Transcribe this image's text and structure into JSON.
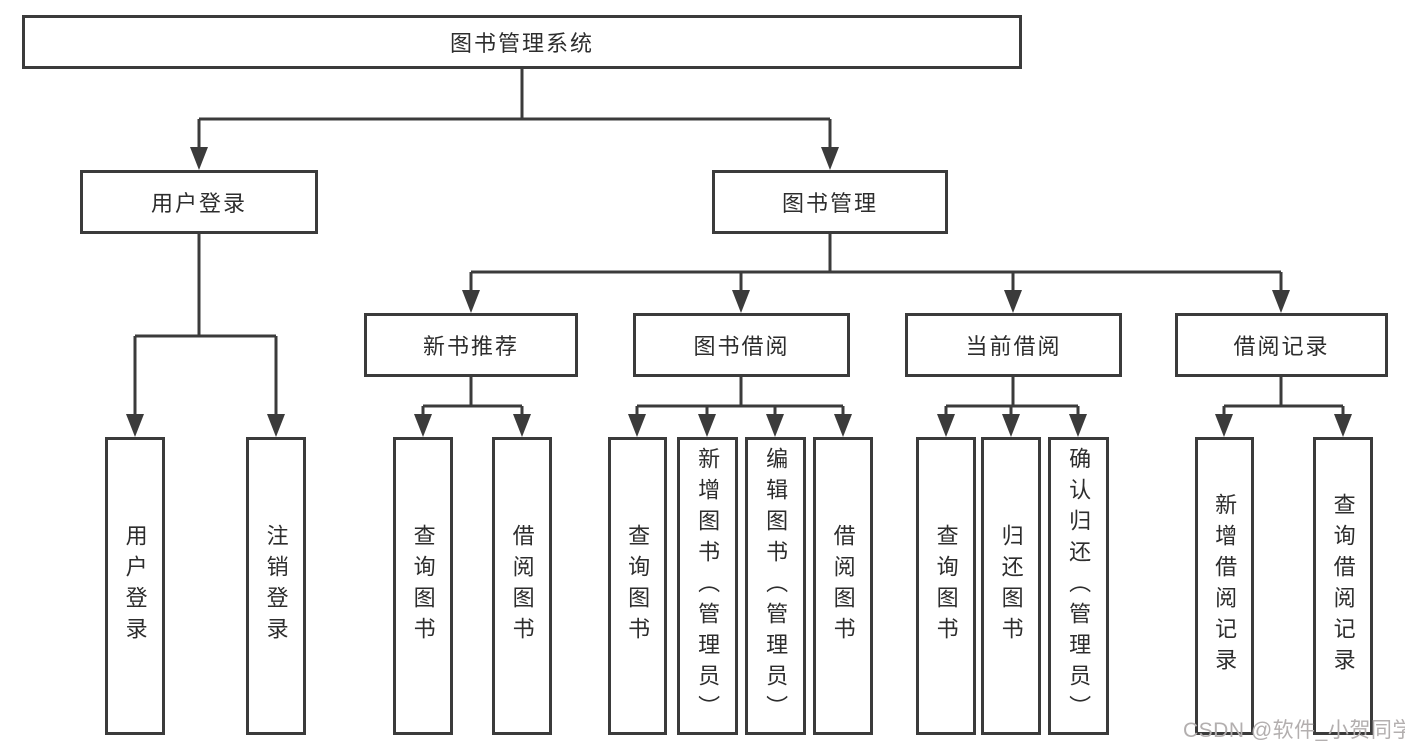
{
  "diagram": {
    "root": {
      "label": "图书管理系统"
    },
    "branches": {
      "user_login": {
        "label": "用户登录",
        "children": [
          {
            "label": "用户登录"
          },
          {
            "label": "注销登录"
          }
        ]
      },
      "book_management": {
        "label": "图书管理",
        "groups": [
          {
            "label": "新书推荐",
            "children": [
              {
                "label": "查询图书"
              },
              {
                "label": "借阅图书"
              }
            ]
          },
          {
            "label": "图书借阅",
            "children": [
              {
                "label": "查询图书"
              },
              {
                "label": "新增图书（管理员）"
              },
              {
                "label": "编辑图书（管理员）"
              },
              {
                "label": "借阅图书"
              }
            ]
          },
          {
            "label": "当前借阅",
            "children": [
              {
                "label": "查询图书"
              },
              {
                "label": "归还图书"
              },
              {
                "label": "确认归还（管理员）"
              }
            ]
          },
          {
            "label": "借阅记录",
            "children": [
              {
                "label": "新增借阅记录"
              },
              {
                "label": "查询借阅记录"
              }
            ]
          }
        ]
      }
    },
    "colors": {
      "line": "#3b3b3b",
      "text": "#2d2d2d",
      "background": "#ffffff",
      "watermark": "#b3afaf"
    }
  },
  "watermark": {
    "text": "CSDN @软件_小贺同学"
  }
}
